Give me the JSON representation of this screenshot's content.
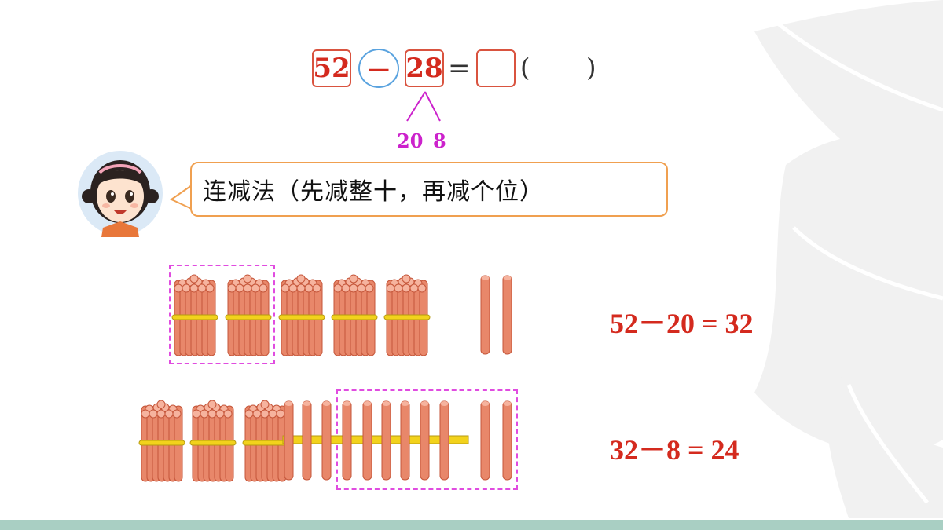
{
  "problem": {
    "minuend": "52",
    "operator": "—",
    "subtrahend": "28",
    "equals": "=",
    "paren_open": "(",
    "paren_close": ")"
  },
  "decomposition": {
    "tens": "20",
    "ones": "8"
  },
  "speech": {
    "text": "连减法（先减整十，再减个位）"
  },
  "step1": {
    "equation": "52－20 = 32"
  },
  "step2": {
    "equation": "32－8 = 24"
  },
  "colors": {
    "red": "#d42a1e",
    "magenta": "#cc22cc",
    "stick": "#e8876a",
    "band": "#f2d21c",
    "bubble_border": "#f0a050",
    "dashed": "#e04ce0",
    "footer": "#a9cfc3"
  }
}
